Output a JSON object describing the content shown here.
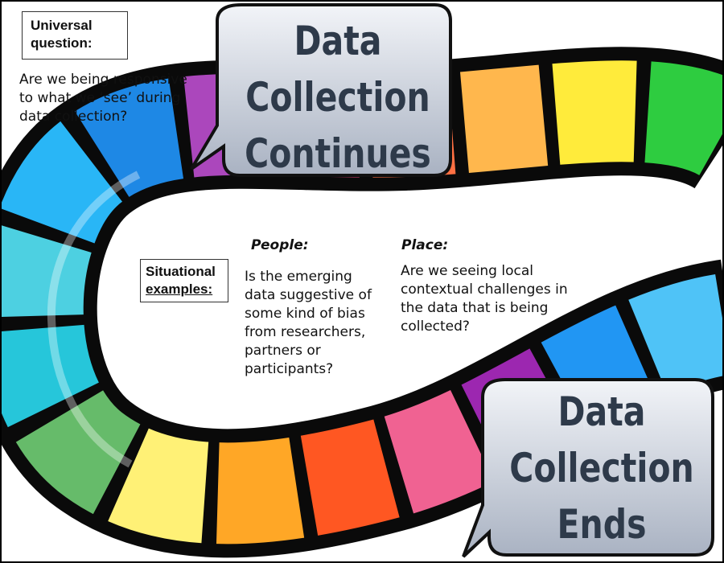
{
  "universal": {
    "label_line1": "Universal",
    "label_line2": "question:",
    "question": "Are we being responsive to what we ‘see’ during data collection?"
  },
  "situational": {
    "label_line1": "Situational",
    "label_line2": "examples:"
  },
  "people": {
    "heading": "People:",
    "text": "Is the emerging data suggestive of some kind of bias from researchers, partners or participants?"
  },
  "place": {
    "heading": "Place:",
    "text": "Are we seeing local contextual challenges in the data that is being collected?"
  },
  "callouts": {
    "top_lines": [
      "Data",
      "Collection",
      "Continues"
    ],
    "bottom_lines": [
      "Data",
      "Collection",
      "Ends"
    ],
    "fill_top": "#f2f4f8",
    "fill_bottom": "#a9b2c2",
    "text_color": "#2e3a4a"
  },
  "board_colors": {
    "track_border": "#0a0a0a",
    "squares": [
      "#2ecc40",
      "#ffeb3b",
      "#ffb74d",
      "#ff7043",
      "#ec407a",
      "#ab47bc",
      "#1e88e5",
      "#29b6f6",
      "#4dd0e1",
      "#26c6da",
      "#66bb6a",
      "#fff176",
      "#ffa726",
      "#ff5722",
      "#f06292",
      "#9c27b0",
      "#2196f3",
      "#4fc3f7"
    ]
  }
}
